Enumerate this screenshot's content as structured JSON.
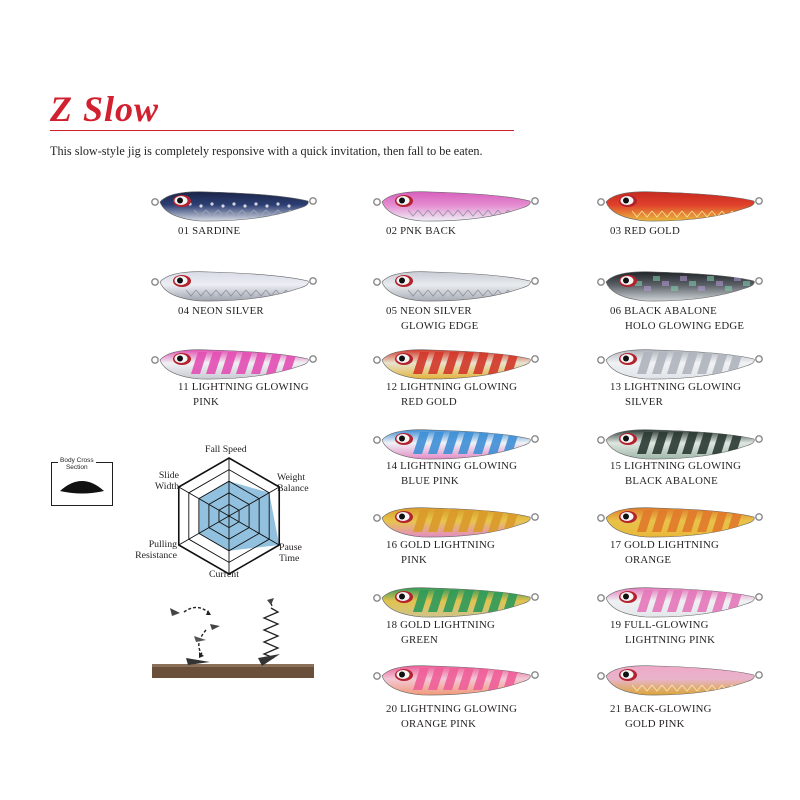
{
  "header": {
    "title": "Z Slow",
    "intro": "This slow-style jig is completely responsive with a quick invitation, then fall to be eaten."
  },
  "colors": {
    "title_red": "#d1202f",
    "radar_fill": "#7fb6d9",
    "ground": "#6a4f3a"
  },
  "lures": [
    {
      "code": "01",
      "line1": "01 SARDINE",
      "line2": "",
      "body": "#2c3e74",
      "back": "#1b2547",
      "belly": "#d9dde6",
      "pattern": "sardine"
    },
    {
      "code": "02",
      "line1": "02 PNK BACK",
      "line2": "",
      "body": "#e58bd0",
      "back": "#d65fbd",
      "belly": "#eef0f6",
      "pattern": "scale"
    },
    {
      "code": "03",
      "line1": "03 RED GOLD",
      "line2": "",
      "body": "#e0412c",
      "back": "#c52a1f",
      "belly": "#e9b83b",
      "pattern": "gold"
    },
    {
      "code": "04",
      "line1": "04 NEON SILVER",
      "line2": "",
      "body": "#eceef4",
      "back": "#d8dbe5",
      "belly": "#9ea3ad",
      "pattern": "scale"
    },
    {
      "code": "05",
      "line1": "05 NEON SILVER",
      "line2": "GLOWIG EDGE",
      "body": "#e9ecef",
      "back": "#c7cbd3",
      "belly": "#a8adb6",
      "pattern": "scale"
    },
    {
      "code": "06",
      "line1": "06 BLACK ABALONE",
      "line2": "HOLO GLOWING EDGE",
      "body": "#5a6066",
      "back": "#1f2428",
      "belly": "#cfd4d8",
      "pattern": "abalone"
    },
    {
      "code": "11",
      "line1": "11 LIGHTNING GLOWING",
      "line2": "PINK",
      "body": "#f0f0f4",
      "back": "#e24fb3",
      "belly": "#c8cbd3",
      "pattern": "lightning"
    },
    {
      "code": "12",
      "line1": "12 LIGHTNING GLOWING",
      "line2": "RED GOLD",
      "body": "#e8e4cf",
      "back": "#d2372a",
      "belly": "#e2b33a",
      "pattern": "lightning"
    },
    {
      "code": "13",
      "line1": "13 LIGHTNING GLOWING",
      "line2": "SILVER",
      "body": "#f0f2f4",
      "back": "#aeb4bc",
      "belly": "#dfe3e8",
      "pattern": "lightning"
    },
    {
      "code": "14",
      "line1": "14 LIGHTNING GLOWING",
      "line2": "BLUE PINK",
      "body": "#eef2f6",
      "back": "#3f8fd6",
      "belly": "#e58bc6",
      "pattern": "lightning"
    },
    {
      "code": "15",
      "line1": "15 LIGHTNING GLOWING",
      "line2": "BLACK ABALONE",
      "body": "#dfe6e0",
      "back": "#2b3a34",
      "belly": "#9fb8aa",
      "pattern": "lightning"
    },
    {
      "code": "16",
      "line1": "16 GOLD LIGHTNING",
      "line2": "PINK",
      "body": "#e6c54c",
      "back": "#d99a2a",
      "belly": "#e58bc6",
      "pattern": "lightning"
    },
    {
      "code": "17",
      "line1": "17 GOLD LIGHTNING",
      "line2": "ORANGE",
      "body": "#e8c34a",
      "back": "#e07a2a",
      "belly": "#e9b83b",
      "pattern": "lightning"
    },
    {
      "code": "18",
      "line1": "18 GOLD LIGHTNING",
      "line2": "GREEN",
      "body": "#e2c34e",
      "back": "#2f9a5a",
      "belly": "#cfc48a",
      "pattern": "lightning"
    },
    {
      "code": "19",
      "line1": "19 FULL-GLOWING",
      "line2": "LIGHTNING PINK",
      "body": "#eef0f2",
      "back": "#e477b9",
      "belly": "#e4e7ea",
      "pattern": "lightning"
    },
    {
      "code": "20",
      "line1": "20 LIGHTNING GLOWING",
      "line2": "ORANGE PINK",
      "body": "#f2c8d6",
      "back": "#ee5e98",
      "belly": "#f19a7a",
      "pattern": "lightning"
    },
    {
      "code": "21",
      "line1": "21 BACK-GLOWING",
      "line2": "GOLD PINK",
      "body": "#e8b4cb",
      "back": "#f0a8c6",
      "belly": "#dba63a",
      "pattern": "gold"
    }
  ],
  "cross_section": {
    "label_line1": "Body Cross",
    "label_line2": "Section"
  },
  "radar": {
    "axes": [
      {
        "line1": "Fall Speed",
        "line2": ""
      },
      {
        "line1": "Weight",
        "line2": "Balance"
      },
      {
        "line1": "Pause",
        "line2": "Time"
      },
      {
        "line1": "Current",
        "line2": ""
      },
      {
        "line1": "Pulling",
        "line2": "Resistance"
      },
      {
        "line1": "Slide",
        "line2": "Width"
      }
    ],
    "levels": 5,
    "values": [
      3,
      4,
      5,
      3,
      3,
      3
    ]
  }
}
